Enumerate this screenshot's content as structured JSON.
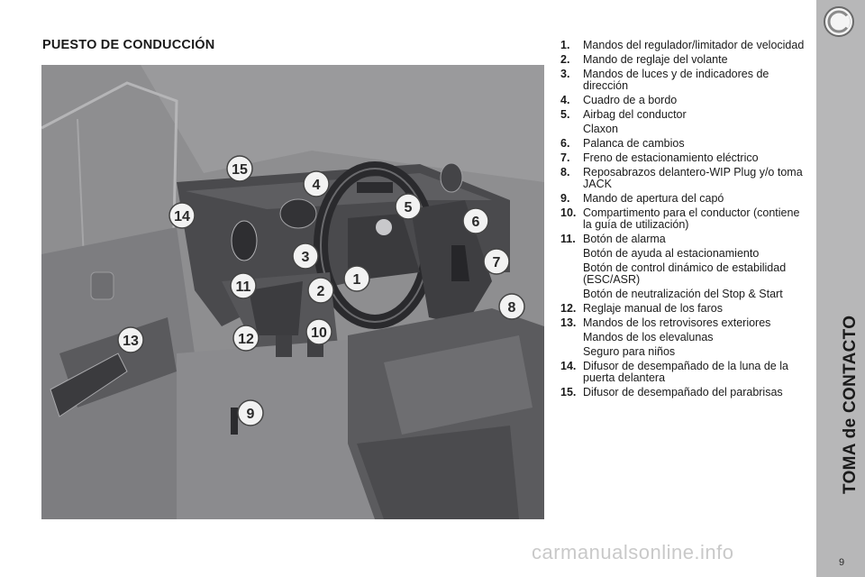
{
  "page": {
    "title": "PUESTO DE CONDUCCIÓN",
    "section_title": "TOMA de CONTACTO",
    "page_number": "9",
    "watermark": "carmanualsonline.info"
  },
  "callouts": [
    "15",
    "4",
    "5",
    "6",
    "14",
    "3",
    "1",
    "7",
    "11",
    "2",
    "8",
    "12",
    "10",
    "13",
    "9"
  ],
  "legend": [
    {
      "num": "1.",
      "lines": [
        "Mandos del regulador/limitador de velocidad"
      ]
    },
    {
      "num": "2.",
      "lines": [
        "Mando de reglaje del volante"
      ]
    },
    {
      "num": "3.",
      "lines": [
        "Mandos de luces y de indicadores de dirección"
      ]
    },
    {
      "num": "4.",
      "lines": [
        "Cuadro de a bordo"
      ]
    },
    {
      "num": "5.",
      "lines": [
        "Airbag del conductor",
        "Claxon"
      ]
    },
    {
      "num": "6.",
      "lines": [
        "Palanca de cambios"
      ]
    },
    {
      "num": "7.",
      "lines": [
        "Freno de estacionamiento eléctrico"
      ]
    },
    {
      "num": "8.",
      "lines": [
        "Reposabrazos delantero-WIP Plug y/o toma JACK"
      ]
    },
    {
      "num": "9.",
      "lines": [
        "Mando de apertura del capó"
      ]
    },
    {
      "num": "10.",
      "lines": [
        "Compartimento para el conductor (contiene la guía de utilización)"
      ]
    },
    {
      "num": "11.",
      "lines": [
        "Botón de alarma",
        "Botón de ayuda al estacionamiento",
        "Botón de control dinámico de estabilidad (ESC/ASR)",
        "Botón de neutralización del Stop & Start"
      ]
    },
    {
      "num": "12.",
      "lines": [
        "Reglaje manual de los faros"
      ]
    },
    {
      "num": "13.",
      "lines": [
        "Mandos de los retrovisores exteriores",
        "Mandos de los elevalunas",
        "Seguro para niños"
      ]
    },
    {
      "num": "14.",
      "lines": [
        "Difusor de desempañado de la luna de la puerta delantera"
      ]
    },
    {
      "num": "15.",
      "lines": [
        "Difusor de desempañado del parabrisas"
      ]
    }
  ],
  "colors": {
    "tab_background": "#b7b7b8",
    "illustration_background": "#8d8d8f",
    "text": "#1a1a1a"
  },
  "icons": {
    "tab_logo": "circle-logo-icon"
  }
}
